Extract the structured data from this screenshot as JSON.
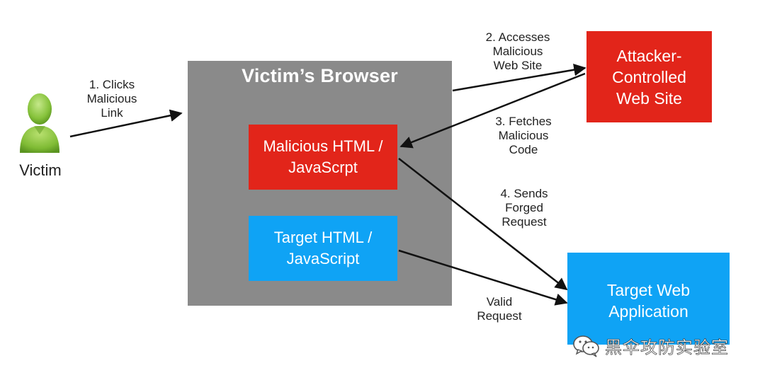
{
  "victim": {
    "label": "Victim"
  },
  "browser": {
    "title": "Victim’s Browser",
    "malicious_box": "Malicious HTML /\nJavaScrpt",
    "target_box": "Target HTML /\nJavaScript"
  },
  "attacker_site": {
    "label": "Attacker-\nControlled\nWeb Site"
  },
  "target_app": {
    "label": "Target Web\nApplication"
  },
  "steps": {
    "clicks": "1. Clicks\nMalicious\nLink",
    "accesses": "2. Accesses\nMalicious\nWeb Site",
    "fetches": "3. Fetches\nMalicious\nCode",
    "sends": "4. Sends\nForged\nRequest",
    "valid": "Valid\nRequest"
  },
  "watermark": {
    "text": "黑伞攻防实验室",
    "icon": "wechat-icon"
  },
  "colors": {
    "browser_gray": "#8a8a8a",
    "red": "#e2251a",
    "blue": "#0fa3f5",
    "victim_green": "#8bc43f"
  }
}
